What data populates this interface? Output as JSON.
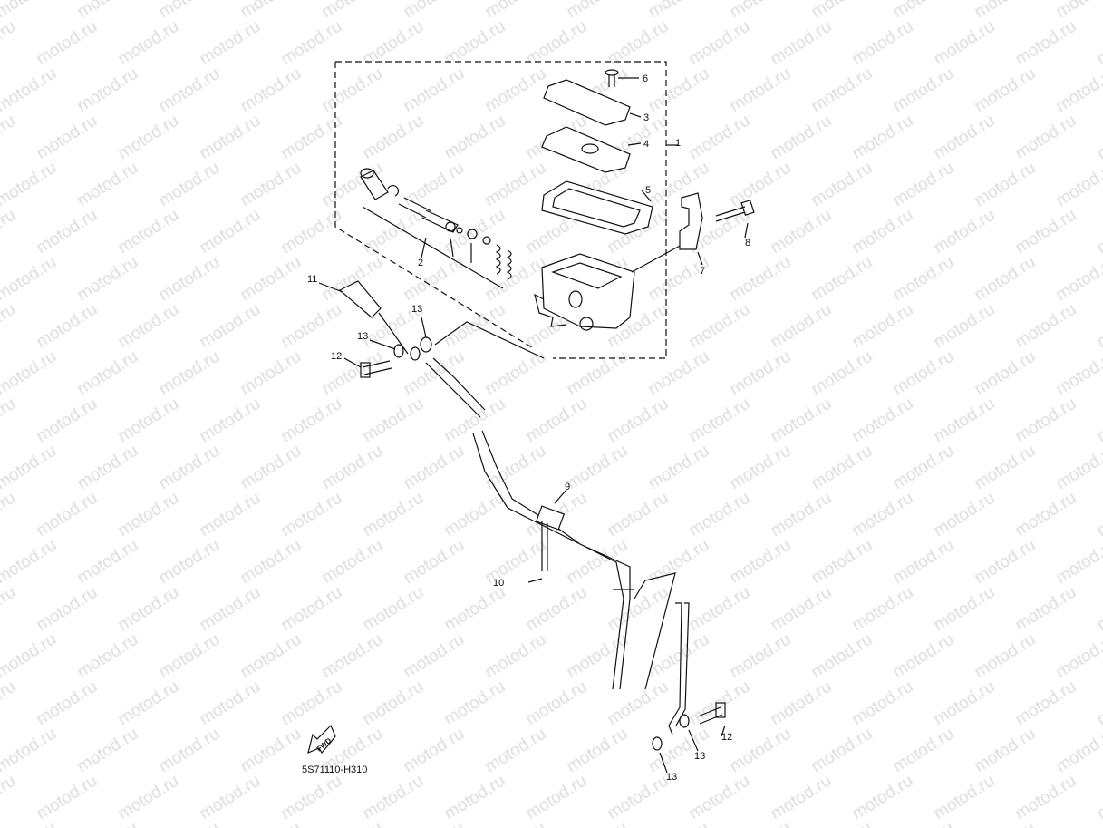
{
  "watermark": "motod.ru",
  "diagram_code": "5S71110-H310",
  "fwd_label": "FWD",
  "callouts": [
    "1",
    "2",
    "3",
    "4",
    "5",
    "6",
    "7",
    "8",
    "9",
    "10",
    "11",
    "12",
    "13",
    "13",
    "13",
    "12",
    "13"
  ]
}
